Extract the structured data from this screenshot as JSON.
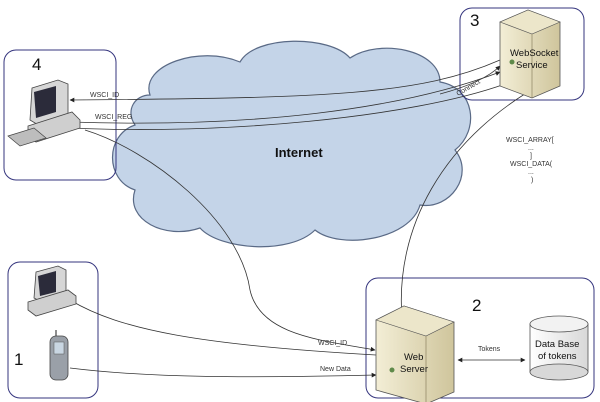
{
  "diagram": {
    "cloud_label": "Internet",
    "group_numbers": [
      "1",
      "2",
      "3",
      "4"
    ],
    "websocket_service": {
      "line1": "WebSocket",
      "line2": "Service"
    },
    "web_server": {
      "line1": "Web",
      "line2": "Server"
    },
    "database": {
      "line1": "Data Base",
      "line2": "of tokens"
    },
    "edge_labels": {
      "wsci_id_top": "WSCI_ID",
      "wsci_reg": "WSCI_REG",
      "connect": "Connect",
      "wsci_array": "WSCI_ARRAY[",
      "array_dots": "...",
      "array_close": "]",
      "wsci_data": "WSCI_DATA(",
      "data_dots": "...",
      "data_close": ")",
      "wsci_id_bottom": "WSCI_ID",
      "new_data": "New Data",
      "tokens": "Tokens"
    },
    "colors": {
      "cloud_fill": "#c4d4e8",
      "cloud_stroke": "#5a6a86",
      "group_box_stroke": "#35357e",
      "server_body": "#e8e0c0"
    }
  }
}
